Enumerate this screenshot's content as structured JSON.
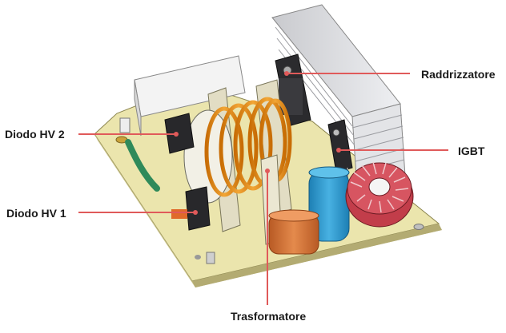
{
  "labels": {
    "raddrizzatore": "Raddrizzatore",
    "igbt": "IGBT",
    "diodo_hv2": "Diodo HV 2",
    "diodo_hv1": "Diodo HV 1",
    "trasformatore": "Trasformatore"
  },
  "colors": {
    "leader_line": "#e05a5a",
    "board": "#e9e3a8",
    "heatsink": "#d9dadf",
    "copper_coil": "#e8900f",
    "capacitor_blue": "#2a93c9",
    "capacitor_orange": "#d8773a",
    "toroid": "#c8414e"
  }
}
